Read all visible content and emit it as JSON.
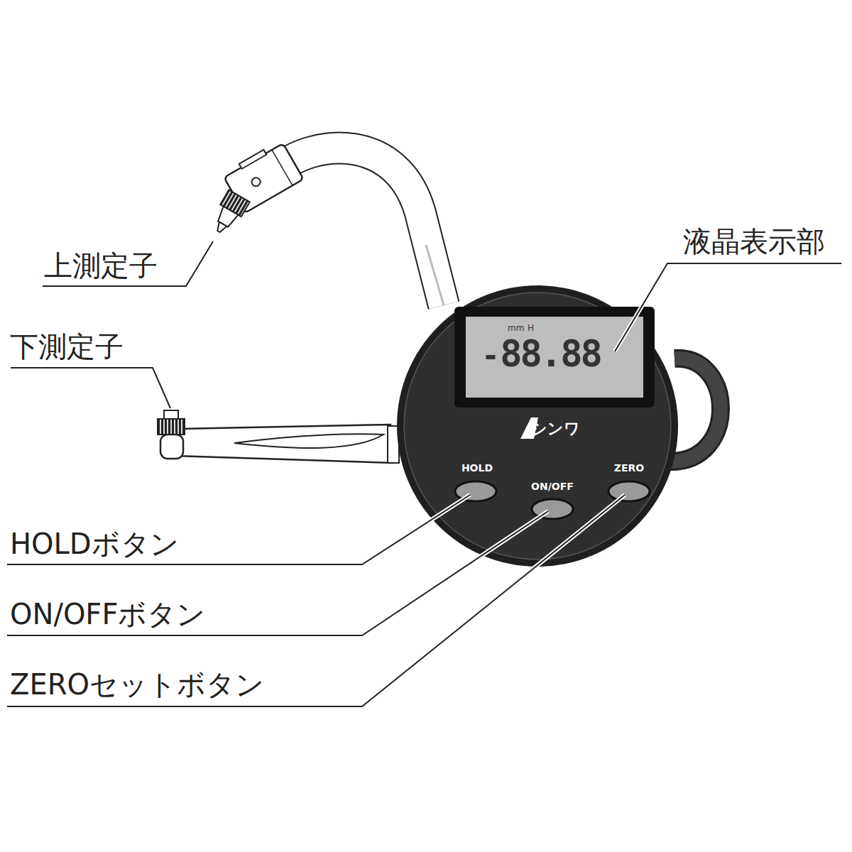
{
  "diagram": {
    "labels": [
      "上測定子",
      "下測定子",
      "液晶表示部",
      "mm",
      "H",
      "-",
      "88.88",
      "シンワ",
      "HOLD",
      "ON/OFF",
      "ZERO",
      "HOLDボタン",
      "ON/OFFボタン",
      "ZEROセットボタン"
    ]
  }
}
